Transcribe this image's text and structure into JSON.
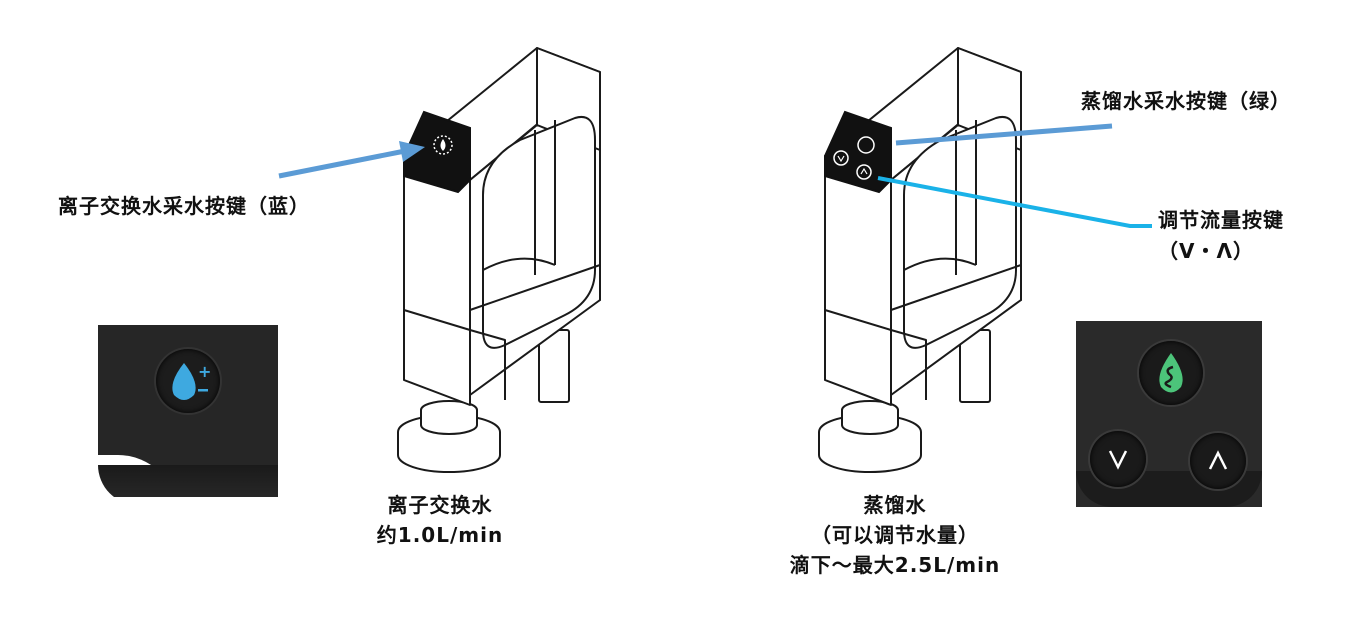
{
  "left_device": {
    "callout_label": "离子交换水采水按键（蓝）",
    "caption_line1": "离子交换水",
    "caption_line2": "约1.0L/min"
  },
  "right_device": {
    "callout_green_label": "蒸馏水采水按键（绿）",
    "callout_flow_label": "调节流量按键",
    "callout_flow_sub": "（V・Λ）",
    "caption_line1": "蒸馏水",
    "caption_line2": "（可以调节水量）",
    "caption_line3": "滴下～最大2.5L/min"
  },
  "colors": {
    "arrow_blue": "#5b9bd5",
    "arrow_cyan": "#1ab2e8",
    "drop_blue": "#3ea9e0",
    "drop_green": "#4cc47a",
    "panel_dark": "#1e1e1e"
  }
}
